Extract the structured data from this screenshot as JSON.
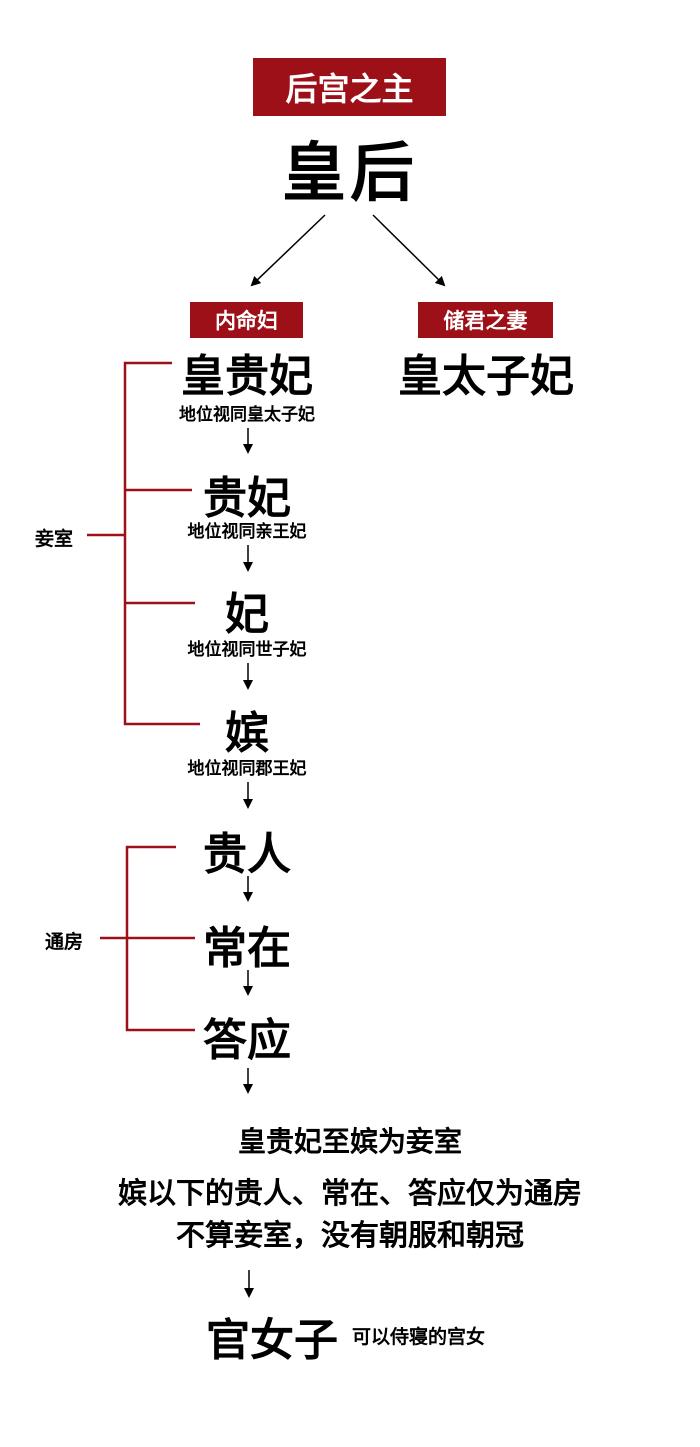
{
  "colors": {
    "accent": "#9e1018",
    "text": "#000000"
  },
  "top": {
    "banner": "后宫之主",
    "title": "皇后"
  },
  "branches": {
    "left_banner": "内命妇",
    "right_banner": "储君之妻",
    "right_title": "皇太子妃"
  },
  "ranks": [
    {
      "title": "皇贵妃",
      "note": "地位视同皇太子妃"
    },
    {
      "title": "贵妃",
      "note": "地位视同亲王妃"
    },
    {
      "title": "妃",
      "note": "地位视同世子妃"
    },
    {
      "title": "嫔",
      "note": "地位视同郡王妃"
    },
    {
      "title": "贵人"
    },
    {
      "title": "常在"
    },
    {
      "title": "答应"
    }
  ],
  "groups": {
    "concubine_label": "妾室",
    "tongfang_label": "通房"
  },
  "summary": {
    "line1": "皇贵妃至嫔为妾室",
    "line2": "嫔以下的贵人、常在、答应仅为通房",
    "line3": "不算妾室，没有朝服和朝冠"
  },
  "bottom": {
    "title": "官女子",
    "note": "可以侍寝的宫女"
  }
}
